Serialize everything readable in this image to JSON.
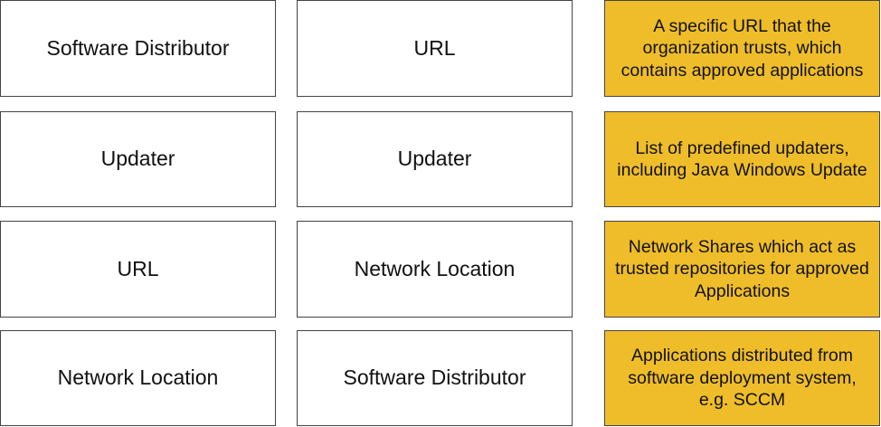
{
  "left_column": [
    "Software Distributor",
    "Updater",
    "URL",
    "Network Location"
  ],
  "middle_column": [
    "URL",
    "Updater",
    "Network Location",
    "Software Distributor"
  ],
  "right_column": [
    "A specific URL that the organization trusts, which contains approved applications",
    "List of predefined updaters, including Java Windows Update",
    "Network Shares which act as trusted repositories for approved Applications",
    "Applications distributed from software deployment system, e.g. SCCM"
  ],
  "colors": {
    "description_fill": "#efbd29",
    "box_border": "#444444",
    "background": "#ffffff"
  }
}
